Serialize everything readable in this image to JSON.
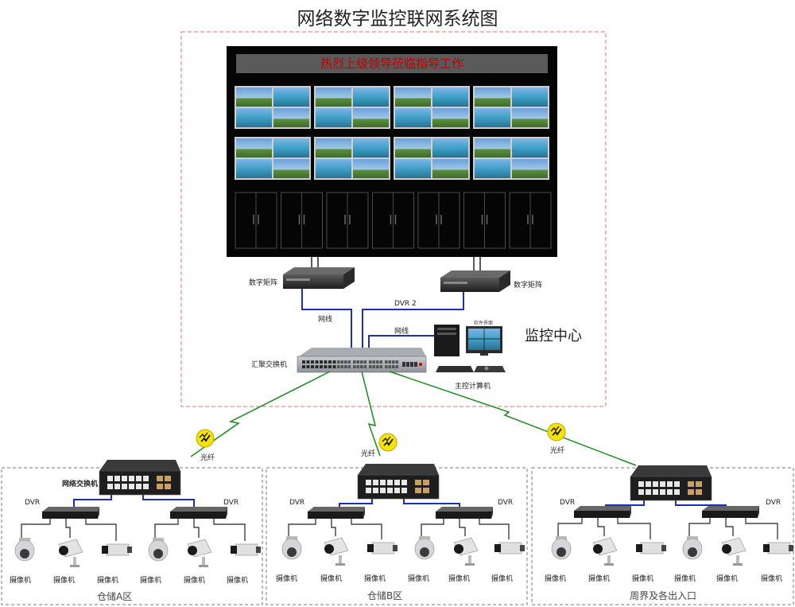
{
  "title": "网络数字监控联网系统图",
  "banner_text": "热烈上级领导莅临指导工作",
  "center_label": "监控中心",
  "labels": {
    "matrix_left": "数字矩阵",
    "matrix_right": "数字矩阵",
    "network_cable": "网线",
    "dvr_link": "DVR 2",
    "network_cable_2": "网线",
    "core_switch": "汇聚交换机",
    "host_computer": "主控计算机",
    "monitor_screen_caption": "软件界面",
    "fiber_left": "光纤",
    "fiber_mid": "光纤",
    "fiber_right": "光纤",
    "network_switch": "网络交换机"
  },
  "zones": [
    {
      "name": "仓储A区",
      "dvr_left": "DVR",
      "dvr_right": "DVR",
      "cameras": [
        "摄像机",
        "摄像机",
        "摄像机",
        "摄像机",
        "摄像机",
        "摄像机"
      ]
    },
    {
      "name": "仓储B区",
      "dvr_left": "DVR",
      "dvr_right": "DVR",
      "cameras": [
        "摄像机",
        "摄像机",
        "摄像机",
        "摄像机",
        "摄像机",
        "摄像机"
      ]
    },
    {
      "name": "周界及各出入口",
      "dvr_left": "DVR",
      "dvr_right": "DVR",
      "cameras": [
        "摄像机",
        "摄像机",
        "摄像机",
        "摄像机",
        "摄像机",
        "摄像机"
      ]
    }
  ],
  "colors": {
    "fiber": "#1a8a1a",
    "cable": "#1f2fb5",
    "wall": "#050505",
    "dash_red": "#e07070",
    "dash_gray": "#777777",
    "banner_text": "#c00000"
  }
}
